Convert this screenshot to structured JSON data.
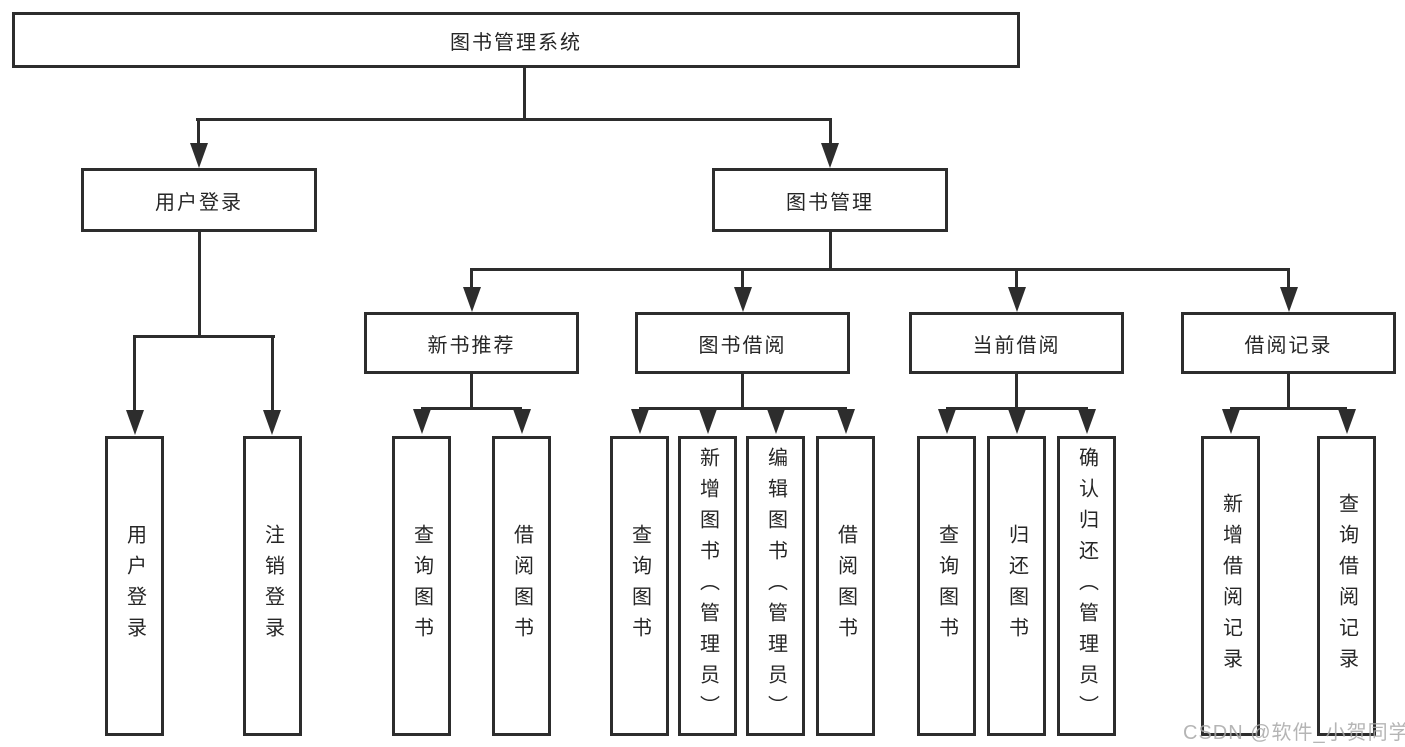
{
  "diagram": {
    "root": {
      "label": "图书管理系统"
    },
    "level2": [
      {
        "label": "用户登录"
      },
      {
        "label": "图书管理"
      }
    ],
    "level3": [
      {
        "label": "新书推荐",
        "parent": "图书管理"
      },
      {
        "label": "图书借阅",
        "parent": "图书管理"
      },
      {
        "label": "当前借阅",
        "parent": "图书管理"
      },
      {
        "label": "借阅记录",
        "parent": "图书管理"
      }
    ],
    "leaves": [
      {
        "label": "用户登录",
        "parent": "用户登录"
      },
      {
        "label": "注销登录",
        "parent": "用户登录"
      },
      {
        "label": "查询图书",
        "parent": "新书推荐"
      },
      {
        "label": "借阅图书",
        "parent": "新书推荐"
      },
      {
        "label": "查询图书",
        "parent": "图书借阅"
      },
      {
        "label": "新增图书（管理员）",
        "parent": "图书借阅"
      },
      {
        "label": "编辑图书（管理员）",
        "parent": "图书借阅"
      },
      {
        "label": "借阅图书",
        "parent": "图书借阅"
      },
      {
        "label": "查询图书",
        "parent": "当前借阅"
      },
      {
        "label": "归还图书",
        "parent": "当前借阅"
      },
      {
        "label": "确认归还（管理员）",
        "parent": "当前借阅"
      },
      {
        "label": "新增借阅记录",
        "parent": "借阅记录"
      },
      {
        "label": "查询借阅记录",
        "parent": "借阅记录"
      }
    ]
  },
  "watermark": {
    "text": "CSDN @软件_小贺同学"
  },
  "colors": {
    "line": "#2d2d2d",
    "text": "#262626",
    "background": "#ffffff",
    "watermark": "#a9a9a9"
  }
}
